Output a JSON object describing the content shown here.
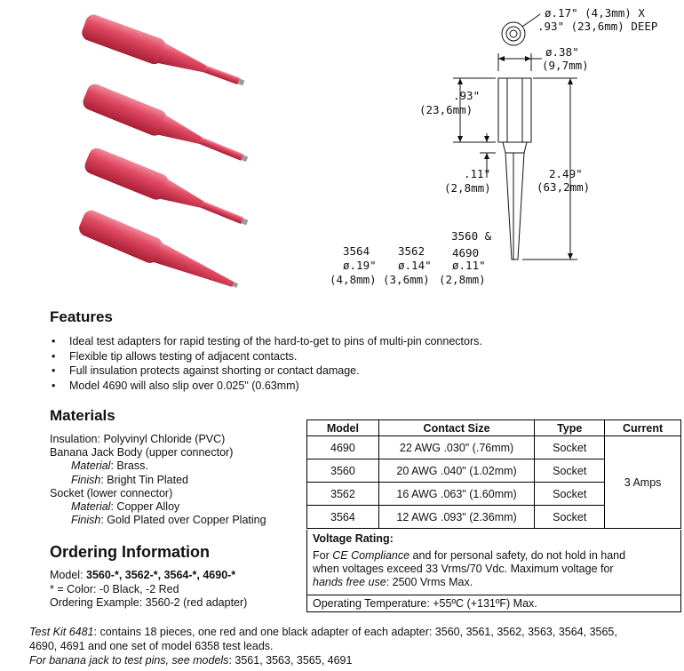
{
  "drawing": {
    "hole_dia": "ø.17\" (4,3mm) X",
    "hole_depth": ".93\" (23,6mm) DEEP",
    "body_dia_in": "ø.38\"",
    "body_dia_mm": "(9,7mm)",
    "body_len_in": ".93\"",
    "body_len_mm": "(23,6mm)",
    "step_in": ".11\"",
    "step_mm": "(2,8mm)",
    "total_in": "2.49\"",
    "total_mm": "(63,2mm)",
    "tips": [
      {
        "model": "3564",
        "dia_in": "ø.19\"",
        "dia_mm": "(4,8mm)"
      },
      {
        "model": "3562",
        "dia_in": "ø.14\"",
        "dia_mm": "(3,6mm)"
      },
      {
        "model": "3560 &",
        "model2": "4690",
        "dia_in": "ø.11\"",
        "dia_mm": "(2,8mm)"
      }
    ]
  },
  "features": {
    "title": "Features",
    "items": [
      "Ideal test adapters for rapid testing of the hard-to-get to pins of multi-pin connectors.",
      "Flexible tip allows testing of adjacent contacts.",
      "Full insulation protects against shorting or contact damage.",
      "Model 4690 will also slip over 0.025\" (0.63mm)"
    ]
  },
  "materials": {
    "title": "Materials",
    "insulation": "Insulation: Polyvinyl Chloride (PVC)",
    "banana": "Banana Jack Body (upper connector)",
    "banana_material_label": "Material",
    "banana_material": ": Brass.",
    "banana_finish_label": "Finish",
    "banana_finish": ": Bright Tin Plated",
    "socket": "Socket (lower connector)",
    "socket_material_label": "Material",
    "socket_material": ": Copper Alloy",
    "socket_finish_label": "Finish",
    "socket_finish": ": Gold Plated over Copper Plating"
  },
  "table": {
    "headers": [
      "Model",
      "Contact Size",
      "Type",
      "Current"
    ],
    "rows": [
      {
        "model": "4690",
        "size": "22 AWG  .030\" (.76mm)",
        "type": "Socket"
      },
      {
        "model": "3560",
        "size": "20 AWG  .040\" (1.02mm)",
        "type": "Socket"
      },
      {
        "model": "3562",
        "size": "16 AWG  .063\" (1.60mm)",
        "type": "Socket"
      },
      {
        "model": "3564",
        "size": "12 AWG  .093\" (2.36mm)",
        "type": "Socket"
      }
    ],
    "current": "3 Amps"
  },
  "voltage": {
    "title": "Voltage Rating:",
    "line1_pre": "For ",
    "line1_em": "CE Compliance",
    "line1_post": " and for personal safety, do not hold in hand",
    "line2": "when voltages exceed 33 Vrms/70 Vdc.  Maximum voltage for",
    "line3_em": "hands free use",
    "line3_post": ": 2500 Vrms Max.",
    "temp": "Operating Temperature: +55ºC (+131ºF) Max."
  },
  "ordering": {
    "title": "Ordering Information",
    "model_label": "Model: ",
    "models": "3560-*, 3562-*, 3564-*, 4690-*",
    "color": "* = Color: -0 Black, -2 Red",
    "example": "Ordering Example: 3560-2 (red adapter)"
  },
  "kit": {
    "label": "Test Kit 6481",
    "line1": ": contains 18 pieces, one red and one black adapter of each adapter: 3560, 3561, 3562, 3563, 3564, 3565,",
    "line2": "4690, 4691 and one set of model 6358 test leads.",
    "banana_label": "For banana jack to test pins, see models",
    "banana_models": ": 3561, 3563, 3565, 4691"
  },
  "colors": {
    "adapter_red": "#d8344c",
    "adapter_dark": "#a81e36",
    "tip_metal": "#9a9a9a"
  }
}
